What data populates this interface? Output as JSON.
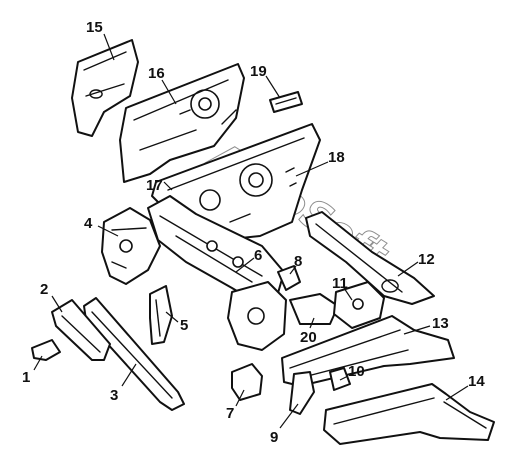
{
  "diagram": {
    "watermark": "AutoSoft",
    "callouts": [
      {
        "number": "1",
        "part": "small bracket (left)"
      },
      {
        "number": "2",
        "part": "rail mounting bracket"
      },
      {
        "number": "3",
        "part": "left side rail"
      },
      {
        "number": "4",
        "part": "left spring tower bracket"
      },
      {
        "number": "5",
        "part": "gusset bracket"
      },
      {
        "number": "6",
        "part": "front crossmember"
      },
      {
        "number": "7",
        "part": "mounting block"
      },
      {
        "number": "8",
        "part": "small clip"
      },
      {
        "number": "9",
        "part": "support bracket"
      },
      {
        "number": "10",
        "part": "small bracket (right)"
      },
      {
        "number": "11",
        "part": "reinforcement bracket"
      },
      {
        "number": "12",
        "part": "right side rail"
      },
      {
        "number": "13",
        "part": "rear crossmember"
      },
      {
        "number": "14",
        "part": "rear rail extension"
      },
      {
        "number": "15",
        "part": "left wheel house panel"
      },
      {
        "number": "16",
        "part": "upper dash panel"
      },
      {
        "number": "17",
        "part": "lower dash panel"
      },
      {
        "number": "18",
        "part": "dash reinforcement panel"
      },
      {
        "number": "19",
        "part": "small bracket (top)"
      },
      {
        "number": "20",
        "part": "center bracket"
      }
    ]
  }
}
